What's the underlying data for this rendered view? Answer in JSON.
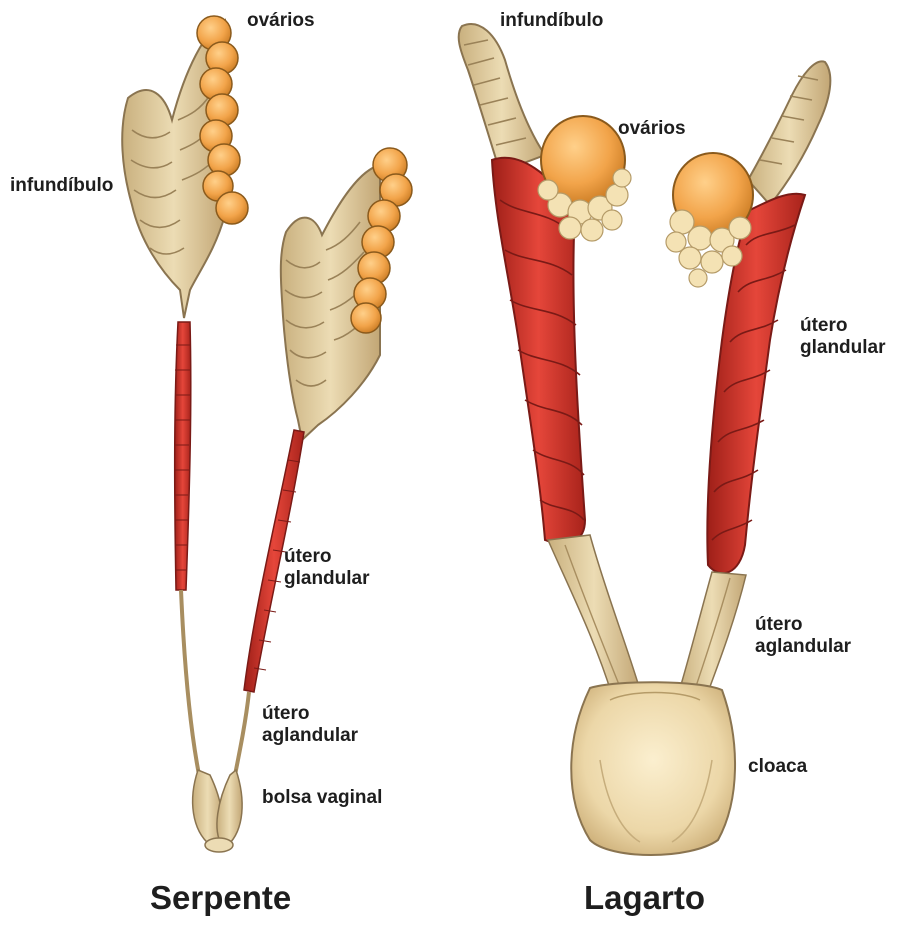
{
  "colors": {
    "background": "#ffffff",
    "infundibulum": "#e3cfa3",
    "infundibulum_stroke": "#8a7450",
    "ovary": "#f2a44a",
    "ovary_stroke": "#8a5a1c",
    "follicle": "#f4e2b4",
    "glandular_uterus": "#d9332a",
    "glandular_uterus_stroke": "#7a1a16",
    "aglandular_uterus": "#e0c897",
    "cloaca": "#efdcb0",
    "label_text": "#1e1e1e"
  },
  "serpente": {
    "title": "Serpente",
    "labels": {
      "ovarios": "ovários",
      "infundibulo": "infundíbulo",
      "utero_glandular_line1": "útero",
      "utero_glandular_line2": "glandular",
      "utero_aglandular_line1": "útero",
      "utero_aglandular_line2": "aglandular",
      "bolsa_vaginal": "bolsa vaginal"
    }
  },
  "lagarto": {
    "title": "Lagarto",
    "labels": {
      "infundibulo": "infundíbulo",
      "ovarios": "ovários",
      "utero_glandular_line1": "útero",
      "utero_glandular_line2": "glandular",
      "utero_aglandular_line1": "útero",
      "utero_aglandular_line2": "aglandular",
      "cloaca": "cloaca"
    }
  }
}
